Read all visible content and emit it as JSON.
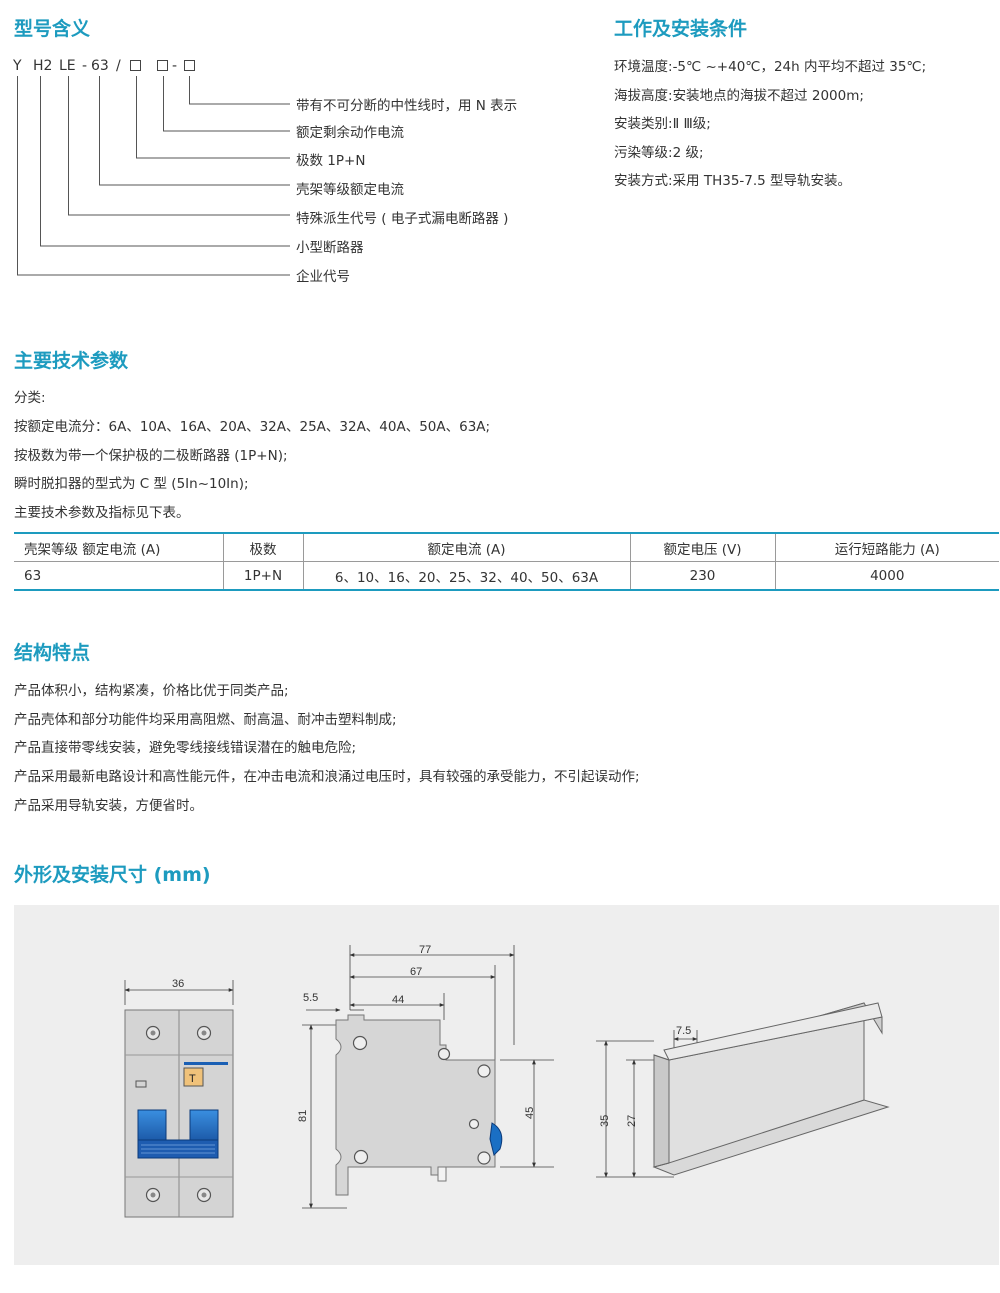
{
  "model": {
    "title": "型号含义",
    "code": [
      "Y",
      "H2",
      "LE",
      "-",
      "63",
      "/",
      "-"
    ],
    "legend": [
      "带有不可分断的中性线时，用 N 表示",
      "额定剩余动作电流",
      "极数 1P+N",
      "壳架等级额定电流",
      "特殊派生代号 ( 电子式漏电断路器 )",
      "小型断路器",
      "企业代号"
    ]
  },
  "conditions": {
    "title": "工作及安装条件",
    "rows": [
      {
        "label": "环境温度:",
        "value": "-5℃ ~+40℃，24h 内平均不超过 35℃;"
      },
      {
        "label": "海拔高度:",
        "value": "安装地点的海拔不超过 2000m;"
      },
      {
        "label": "安装类别:",
        "value": "Ⅱ Ⅲ级;"
      },
      {
        "label": "污染等级:",
        "value": "2 级;"
      },
      {
        "label": "安装方式:",
        "value": "采用 TH35-7.5 型导轨安装。"
      }
    ]
  },
  "tech": {
    "title": "主要技术参数",
    "lines": [
      "分类:",
      "按额定电流分：6A、10A、16A、20A、32A、25A、32A、40A、50A、63A;",
      "按极数为带一个保护极的二极断路器 (1P+N);",
      "瞬时脱扣器的型式为 C 型 (5In~10In);",
      "主要技术参数及指标见下表。"
    ],
    "table": {
      "headers": [
        "壳架等级 额定电流 (A)",
        "极数",
        "额定电流 (A)",
        "额定电压 (V)",
        "运行短路能力 (A)"
      ],
      "rows": [
        [
          "63",
          "1P+N",
          "6、10、16、20、25、32、40、50、63A",
          "230",
          "4000"
        ]
      ]
    }
  },
  "structure": {
    "title": "结构特点",
    "lines": [
      "产品体积小，结构紧凑，价格比优于同类产品;",
      "产品壳体和部分功能件均采用高阻燃、耐高温、耐冲击塑料制成;",
      "产品直接带零线安装，避免零线接线错误潜在的触电危险;",
      "产品采用最新电路设计和高性能元件，在冲击电流和浪涌过电压时，具有较强的承受能力，不引起误动作;",
      "产品采用导轨安装，方便省时。"
    ]
  },
  "dimensions": {
    "title": "外形及安装尺寸 (mm)",
    "front": {
      "width": "36",
      "badge": "T"
    },
    "side": {
      "d77": "77",
      "d67": "67",
      "d44": "44",
      "d5_5": "5.5",
      "d81": "81",
      "d45": "45"
    },
    "rail": {
      "d7_5": "7.5",
      "d35": "35",
      "d27": "27"
    }
  },
  "colors": {
    "accent": "#1d9bbf",
    "handle": "#1a6fc4",
    "panel": "#eeeeee"
  }
}
